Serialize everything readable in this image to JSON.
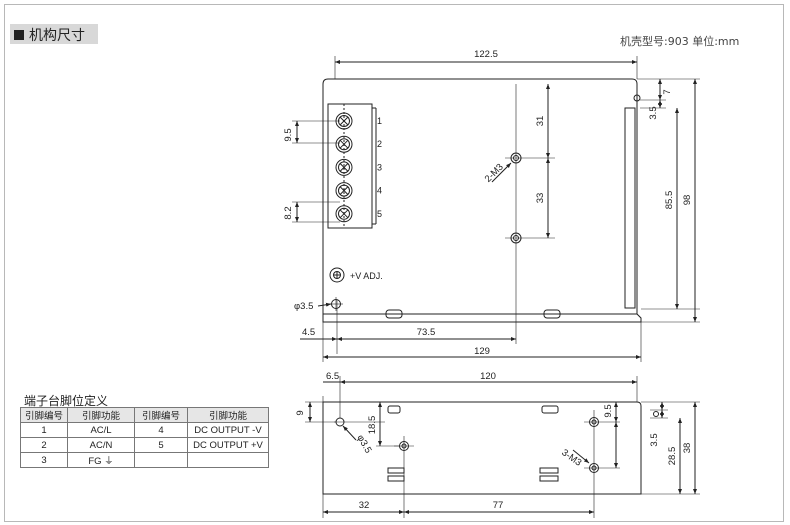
{
  "header": {
    "title": "机构尺寸",
    "units": "机壳型号:903   单位:mm"
  },
  "top_view": {
    "dims": {
      "width_top": "122.5",
      "width_bottom": "129",
      "hole_x": "73.5",
      "left_offset": "4.5",
      "hole_dia": "φ3.5",
      "pitch_top": "9.5",
      "pitch_bottom": "8.2",
      "right_7": "7",
      "right_3_5": "3.5",
      "height_85_5": "85.5",
      "height_98": "98",
      "m3_31": "31",
      "m3_33": "33",
      "m3_label": "2-M3"
    },
    "terminal_numbers": [
      "1",
      "2",
      "3",
      "4",
      "5"
    ],
    "vadj_label": "+V ADJ."
  },
  "side_view": {
    "dims": {
      "width_120": "120",
      "left_6_5": "6.5",
      "h9": "9",
      "h18_5": "18.5",
      "hole_dia": "φ3.5",
      "h9_5": "9.5",
      "m3_label": "3-M3",
      "h28_5": "28.5",
      "h3_5": "3.5",
      "h38": "38",
      "bottom_32": "32",
      "bottom_77": "77"
    }
  },
  "pin_table": {
    "title": "端子台脚位定义",
    "headers": [
      "引脚编号",
      "引脚功能",
      "引脚编号",
      "引脚功能"
    ],
    "rows": [
      [
        "1",
        "AC/L",
        "4",
        "DC OUTPUT -V"
      ],
      [
        "2",
        "AC/N",
        "5",
        "DC OUTPUT +V"
      ],
      [
        "3",
        "FG ⏚",
        "",
        ""
      ]
    ]
  }
}
